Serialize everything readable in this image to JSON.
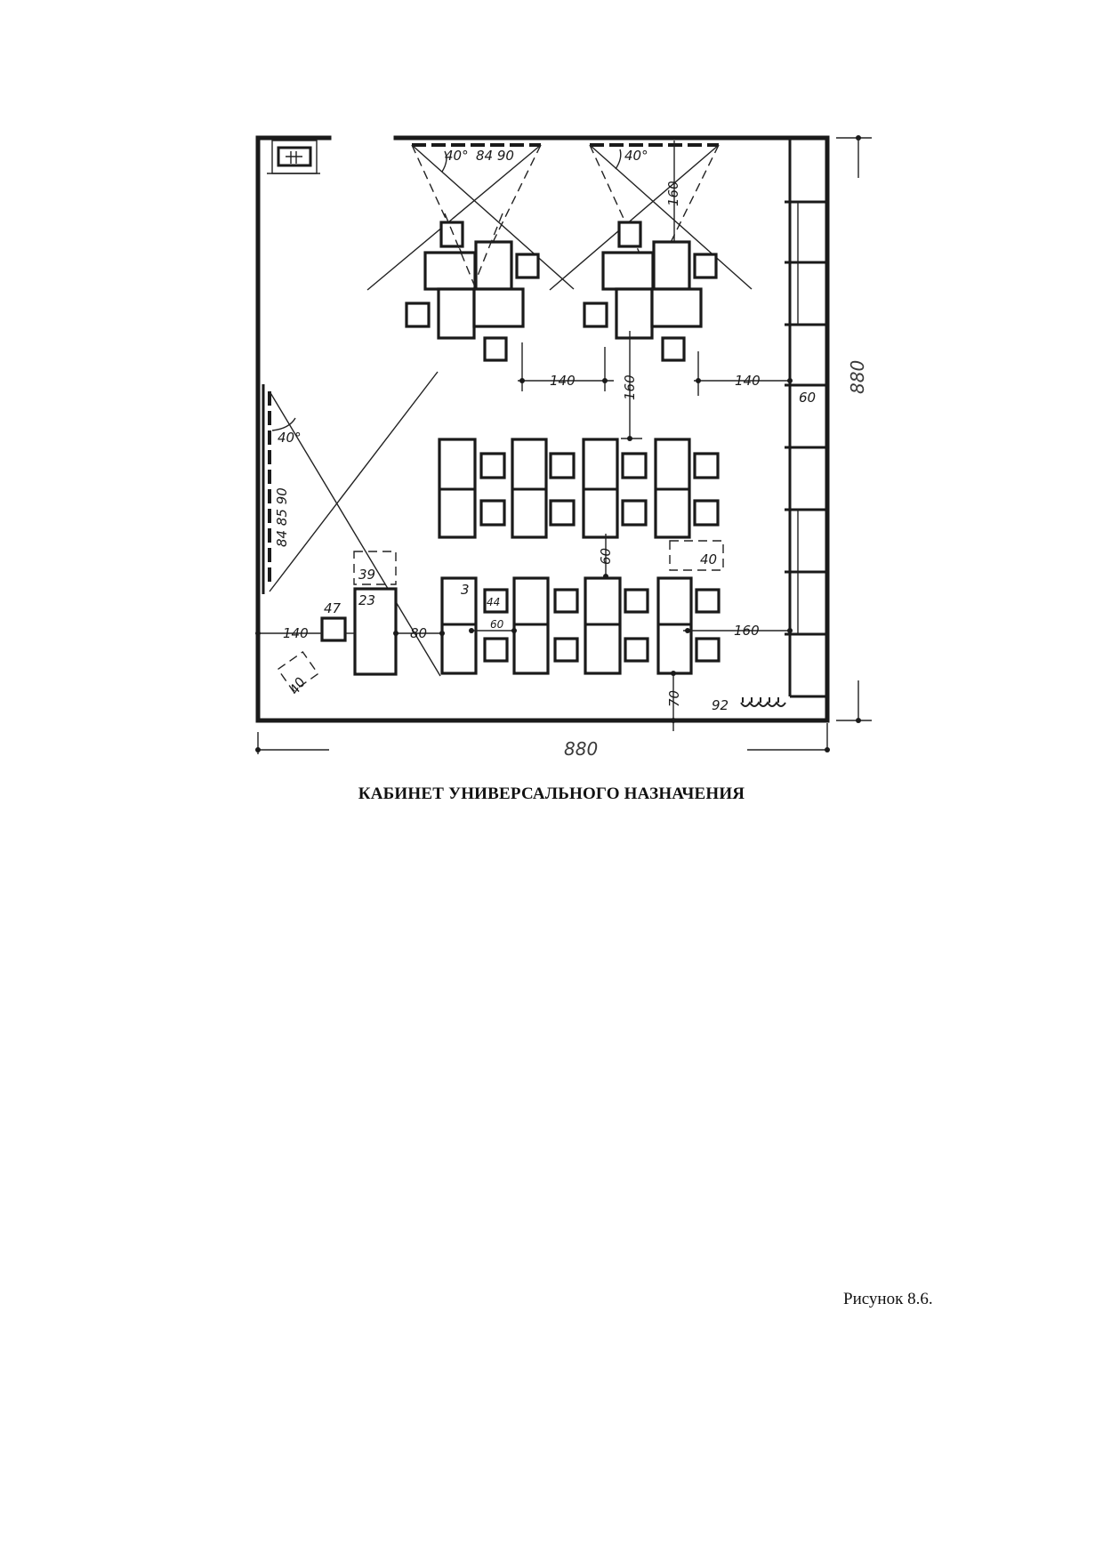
{
  "document": {
    "caption": "КАБИНЕТ УНИВЕРСАЛЬНОГО НАЗНАЧЕНИЯ",
    "figure_label": "Рисунок 8.6."
  },
  "plan": {
    "overall_width": "880",
    "overall_height": "880",
    "board_top_left": {
      "angle": "40°",
      "heights": "84 90"
    },
    "board_top_right": {
      "angle": "40°",
      "distance": "160"
    },
    "board_left": {
      "angle": "40°",
      "heights": "84 85 90"
    },
    "dimensions": {
      "aisle_top_left": "140",
      "row_gap": "160",
      "aisle_top_right": "140",
      "cabinet_depth": "60",
      "desk_gap": "60",
      "projector_table": "40",
      "wall_to_teacher": "140",
      "teacher_to_desks": "80",
      "desk_chair": "60",
      "desks_to_cabinet": "160",
      "rear_gap": "70",
      "radiator": "92"
    },
    "item_labels": {
      "teacher_chair": "47",
      "teacher_desk": "23",
      "teacher_desk_ext": "39",
      "first_desk": "3",
      "stool": "44",
      "corner_item": "40"
    }
  }
}
